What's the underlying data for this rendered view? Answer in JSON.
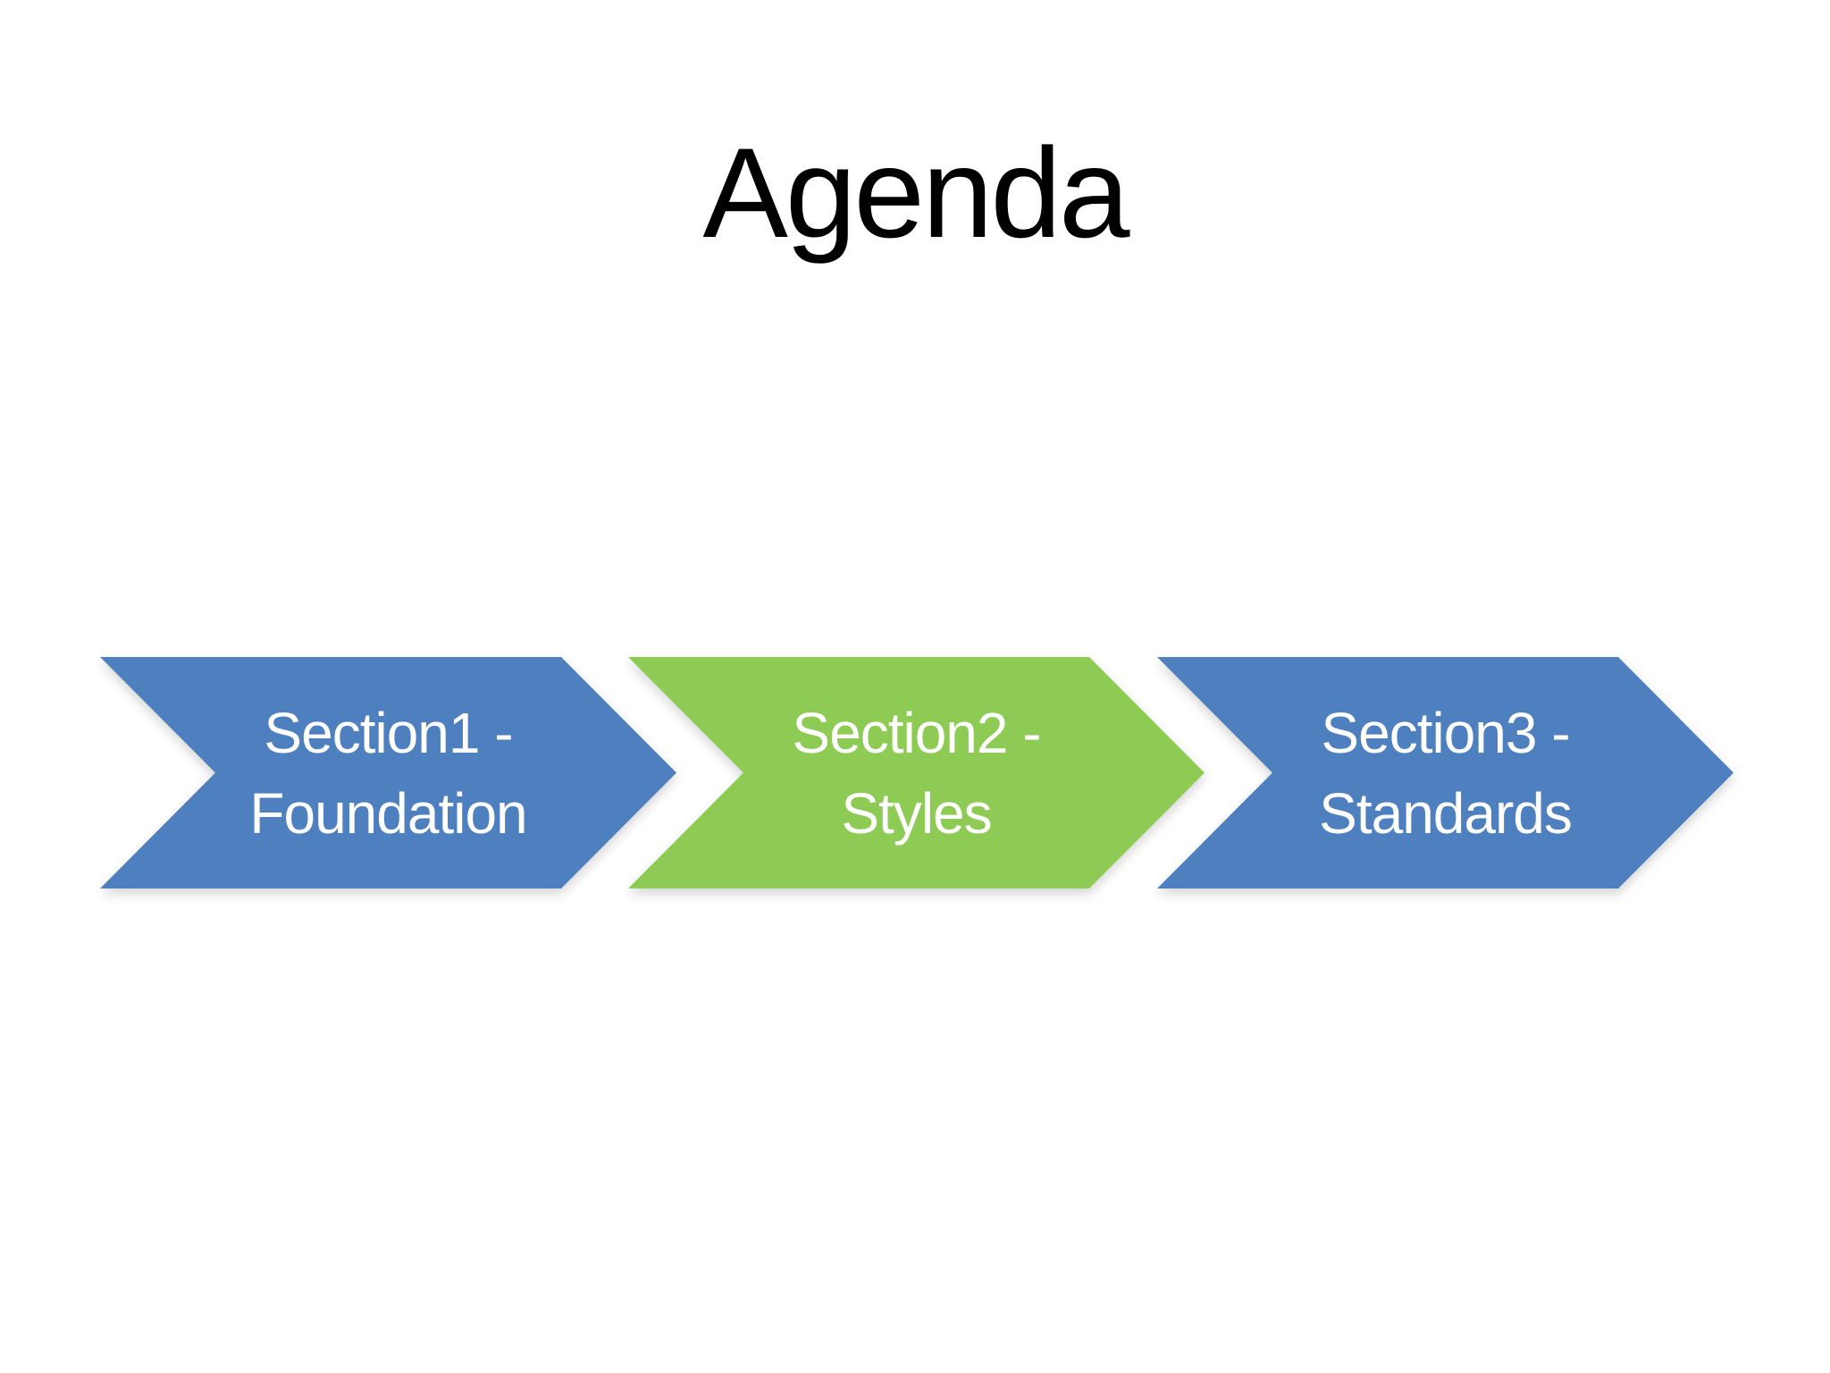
{
  "slide": {
    "title": "Agenda",
    "colors": {
      "background": "#FFFFFF",
      "title_text": "#000000",
      "accent_blue": "#4E7FBE",
      "accent_green": "#8DCB55",
      "arrow_text": "#FFFFFF"
    },
    "diagram": {
      "type": "process-chevrons",
      "items": [
        {
          "label": "Section1 -\nFoundation",
          "fill": "#4E7FBE",
          "text_color": "#FFFFFF"
        },
        {
          "label": "Section2 -\nStyles",
          "fill": "#8DCB55",
          "text_color": "#FFFFFF"
        },
        {
          "label": "Section3 -\nStandards",
          "fill": "#4E7FBE",
          "text_color": "#FFFFFF"
        }
      ]
    }
  }
}
